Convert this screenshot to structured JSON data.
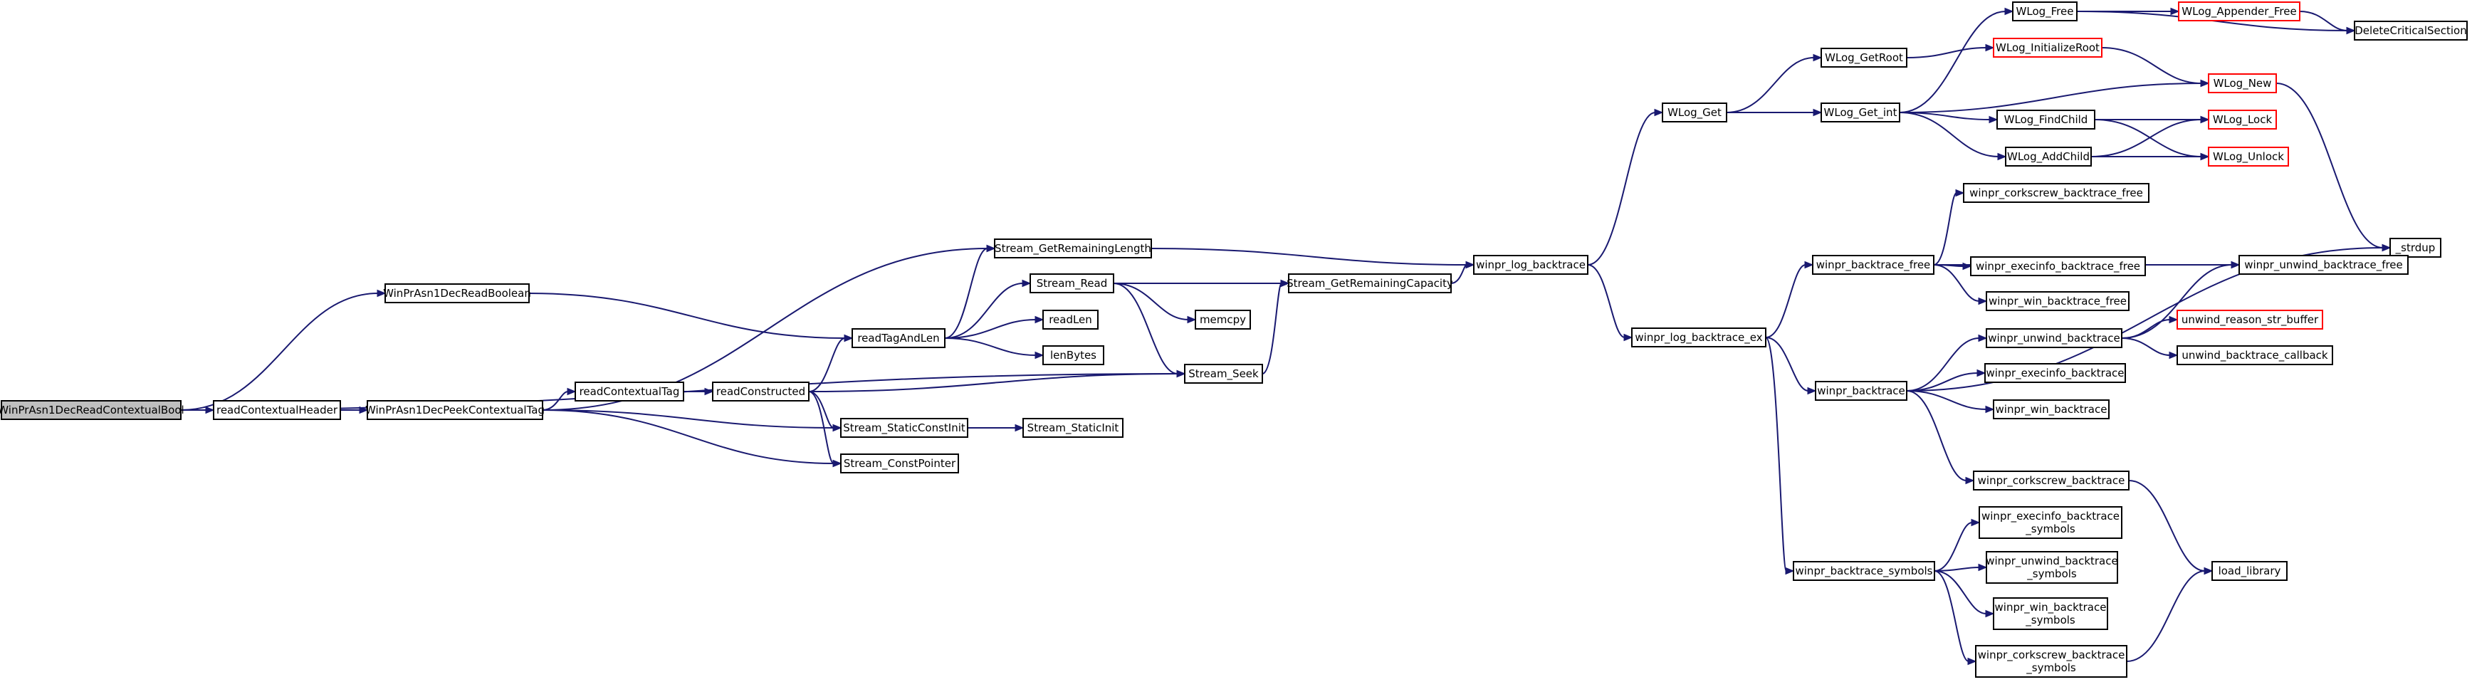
{
  "colors": {
    "edge": "#191970",
    "node_border": "#000000",
    "node_border_missing_docs": "#ff0000",
    "root_fill": "#bfbfbf",
    "background": "#ffffff"
  },
  "nodes": [
    {
      "id": "root",
      "label": "WinPrAsn1DecReadContextualBool",
      "style": "root"
    },
    {
      "id": "readContextualHeader",
      "label": "readContextualHeader"
    },
    {
      "id": "WinPrAsn1DecPeekContextualTag",
      "label": "WinPrAsn1DecPeekContextualTag"
    },
    {
      "id": "WinPrAsn1DecReadBoolean",
      "label": "WinPrAsn1DecReadBoolean"
    },
    {
      "id": "readContextualTag",
      "label": "readContextualTag"
    },
    {
      "id": "readConstructed",
      "label": "readConstructed"
    },
    {
      "id": "readTagAndLen",
      "label": "readTagAndLen"
    },
    {
      "id": "Stream_GetRemainingLength",
      "label": "Stream_GetRemainingLength"
    },
    {
      "id": "Stream_Read",
      "label": "Stream_Read"
    },
    {
      "id": "readLen",
      "label": "readLen"
    },
    {
      "id": "lenBytes",
      "label": "lenBytes"
    },
    {
      "id": "memcpy",
      "label": "memcpy"
    },
    {
      "id": "Stream_Seek",
      "label": "Stream_Seek"
    },
    {
      "id": "Stream_StaticConstInit",
      "label": "Stream_StaticConstInit"
    },
    {
      "id": "Stream_ConstPointer",
      "label": "Stream_ConstPointer"
    },
    {
      "id": "Stream_StaticInit",
      "label": "Stream_StaticInit"
    },
    {
      "id": "Stream_GetRemainingCapacity",
      "label": "Stream_GetRemainingCapacity"
    },
    {
      "id": "winpr_log_backtrace",
      "label": "winpr_log_backtrace"
    },
    {
      "id": "WLog_Get",
      "label": "WLog_Get"
    },
    {
      "id": "winpr_log_backtrace_ex",
      "label": "winpr_log_backtrace_ex"
    },
    {
      "id": "WLog_GetRoot",
      "label": "WLog_GetRoot"
    },
    {
      "id": "WLog_Get_int",
      "label": "WLog_Get_int"
    },
    {
      "id": "WLog_Free",
      "label": "WLog_Free"
    },
    {
      "id": "WLog_Appender_Free",
      "label": "WLog_Appender_Free",
      "style": "red"
    },
    {
      "id": "DeleteCriticalSection",
      "label": "DeleteCriticalSection"
    },
    {
      "id": "WLog_InitializeRoot",
      "label": "WLog_InitializeRoot",
      "style": "red"
    },
    {
      "id": "WLog_New",
      "label": "WLog_New",
      "style": "red"
    },
    {
      "id": "WLog_FindChild",
      "label": "WLog_FindChild"
    },
    {
      "id": "WLog_AddChild",
      "label": "WLog_AddChild"
    },
    {
      "id": "WLog_Lock",
      "label": "WLog_Lock",
      "style": "red"
    },
    {
      "id": "WLog_Unlock",
      "label": "WLog_Unlock",
      "style": "red"
    },
    {
      "id": "_strdup",
      "label": "_strdup"
    },
    {
      "id": "winpr_backtrace_free",
      "label": "winpr_backtrace_free"
    },
    {
      "id": "winpr_corkscrew_backtrace_free",
      "label": "winpr_corkscrew_backtrace_free"
    },
    {
      "id": "winpr_execinfo_backtrace_free",
      "label": "winpr_execinfo_backtrace_free"
    },
    {
      "id": "winpr_win_backtrace_free",
      "label": "winpr_win_backtrace_free"
    },
    {
      "id": "winpr_unwind_backtrace_free",
      "label": "winpr_unwind_backtrace_free"
    },
    {
      "id": "winpr_backtrace",
      "label": "winpr_backtrace"
    },
    {
      "id": "winpr_unwind_backtrace",
      "label": "winpr_unwind_backtrace"
    },
    {
      "id": "unwind_reason_str_buffer",
      "label": "unwind_reason_str_buffer",
      "style": "red"
    },
    {
      "id": "unwind_backtrace_callback",
      "label": "unwind_backtrace_callback"
    },
    {
      "id": "winpr_execinfo_backtrace",
      "label": "winpr_execinfo_backtrace"
    },
    {
      "id": "winpr_win_backtrace",
      "label": "winpr_win_backtrace"
    },
    {
      "id": "winpr_corkscrew_backtrace",
      "label": "winpr_corkscrew_backtrace"
    },
    {
      "id": "load_library",
      "label": "load_library"
    },
    {
      "id": "winpr_backtrace_symbols",
      "label": "winpr_backtrace_symbols"
    },
    {
      "id": "winpr_execinfo_backtrace_symbols",
      "label": "winpr_execinfo_backtrace\n_symbols"
    },
    {
      "id": "winpr_unwind_backtrace_symbols",
      "label": "winpr_unwind_backtrace\n_symbols"
    },
    {
      "id": "winpr_win_backtrace_symbols",
      "label": "winpr_win_backtrace\n_symbols"
    },
    {
      "id": "winpr_corkscrew_backtrace_symbols",
      "label": "winpr_corkscrew_backtrace\n_symbols"
    }
  ],
  "edges": [
    [
      "root",
      "readContextualHeader"
    ],
    [
      "root",
      "WinPrAsn1DecReadBoolean"
    ],
    [
      "root",
      "Stream_Seek"
    ],
    [
      "readContextualHeader",
      "WinPrAsn1DecPeekContextualTag"
    ],
    [
      "WinPrAsn1DecPeekContextualTag",
      "readContextualTag"
    ],
    [
      "WinPrAsn1DecPeekContextualTag",
      "Stream_GetRemainingLength"
    ],
    [
      "WinPrAsn1DecPeekContextualTag",
      "Stream_StaticConstInit"
    ],
    [
      "WinPrAsn1DecPeekContextualTag",
      "Stream_ConstPointer"
    ],
    [
      "WinPrAsn1DecReadBoolean",
      "readTagAndLen"
    ],
    [
      "readContextualTag",
      "readConstructed"
    ],
    [
      "readConstructed",
      "readTagAndLen"
    ],
    [
      "readConstructed",
      "Stream_Seek"
    ],
    [
      "readConstructed",
      "Stream_StaticConstInit"
    ],
    [
      "readConstructed",
      "Stream_ConstPointer"
    ],
    [
      "readTagAndLen",
      "Stream_GetRemainingLength"
    ],
    [
      "readTagAndLen",
      "Stream_Read"
    ],
    [
      "readTagAndLen",
      "readLen"
    ],
    [
      "readTagAndLen",
      "lenBytes"
    ],
    [
      "Stream_Read",
      "Stream_GetRemainingCapacity"
    ],
    [
      "Stream_Read",
      "memcpy"
    ],
    [
      "Stream_Read",
      "Stream_Seek"
    ],
    [
      "Stream_Seek",
      "Stream_GetRemainingCapacity"
    ],
    [
      "Stream_StaticConstInit",
      "Stream_StaticInit"
    ],
    [
      "Stream_GetRemainingLength",
      "winpr_log_backtrace"
    ],
    [
      "Stream_GetRemainingCapacity",
      "winpr_log_backtrace"
    ],
    [
      "winpr_log_backtrace",
      "WLog_Get"
    ],
    [
      "winpr_log_backtrace",
      "winpr_log_backtrace_ex"
    ],
    [
      "WLog_Get",
      "WLog_GetRoot"
    ],
    [
      "WLog_Get",
      "WLog_Get_int"
    ],
    [
      "WLog_GetRoot",
      "WLog_InitializeRoot"
    ],
    [
      "WLog_InitializeRoot",
      "WLog_New"
    ],
    [
      "WLog_Get_int",
      "WLog_Free"
    ],
    [
      "WLog_Get_int",
      "WLog_New"
    ],
    [
      "WLog_Get_int",
      "WLog_FindChild"
    ],
    [
      "WLog_Get_int",
      "WLog_AddChild"
    ],
    [
      "WLog_Free",
      "WLog_Appender_Free"
    ],
    [
      "WLog_Free",
      "DeleteCriticalSection"
    ],
    [
      "WLog_Appender_Free",
      "DeleteCriticalSection"
    ],
    [
      "WLog_New",
      "_strdup"
    ],
    [
      "WLog_FindChild",
      "WLog_Lock"
    ],
    [
      "WLog_FindChild",
      "WLog_Unlock"
    ],
    [
      "WLog_AddChild",
      "WLog_Lock"
    ],
    [
      "WLog_AddChild",
      "WLog_Unlock"
    ],
    [
      "winpr_log_backtrace_ex",
      "winpr_backtrace_free"
    ],
    [
      "winpr_log_backtrace_ex",
      "winpr_backtrace"
    ],
    [
      "winpr_log_backtrace_ex",
      "winpr_backtrace_symbols"
    ],
    [
      "winpr_backtrace_free",
      "winpr_corkscrew_backtrace_free"
    ],
    [
      "winpr_backtrace_free",
      "winpr_execinfo_backtrace_free"
    ],
    [
      "winpr_backtrace_free",
      "winpr_win_backtrace_free"
    ],
    [
      "winpr_backtrace_free",
      "winpr_unwind_backtrace_free"
    ],
    [
      "winpr_backtrace",
      "winpr_unwind_backtrace"
    ],
    [
      "winpr_backtrace",
      "winpr_execinfo_backtrace"
    ],
    [
      "winpr_backtrace",
      "winpr_win_backtrace"
    ],
    [
      "winpr_backtrace",
      "winpr_corkscrew_backtrace"
    ],
    [
      "winpr_backtrace",
      "_strdup"
    ],
    [
      "winpr_unwind_backtrace",
      "winpr_unwind_backtrace_free"
    ],
    [
      "winpr_unwind_backtrace",
      "unwind_reason_str_buffer"
    ],
    [
      "winpr_unwind_backtrace",
      "unwind_backtrace_callback"
    ],
    [
      "winpr_corkscrew_backtrace",
      "load_library"
    ],
    [
      "winpr_backtrace_symbols",
      "winpr_execinfo_backtrace_symbols"
    ],
    [
      "winpr_backtrace_symbols",
      "winpr_unwind_backtrace_symbols"
    ],
    [
      "winpr_backtrace_symbols",
      "winpr_win_backtrace_symbols"
    ],
    [
      "winpr_backtrace_symbols",
      "winpr_corkscrew_backtrace_symbols"
    ],
    [
      "winpr_corkscrew_backtrace_symbols",
      "load_library"
    ]
  ]
}
